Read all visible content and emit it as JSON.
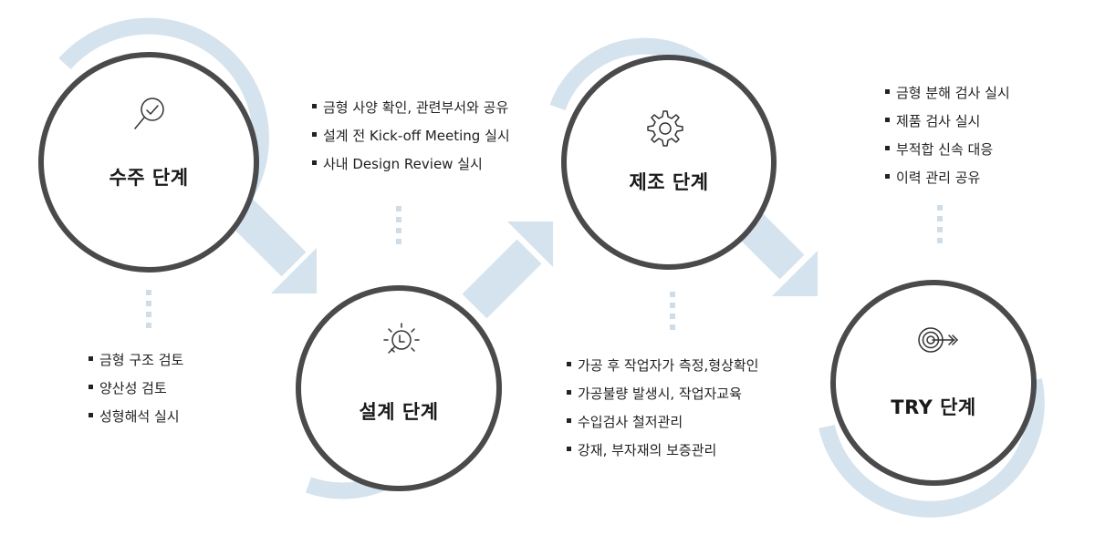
{
  "colors": {
    "accent": "#d4e3ee",
    "ring": "#4a4a4c",
    "text": "#222222"
  },
  "stages": [
    {
      "title": "수주 단계",
      "icon": "search-check-icon",
      "items": [
        "금형 구조 검토",
        "양산성 검토",
        "성형해석 실시"
      ]
    },
    {
      "title": "설계 단계",
      "icon": "lightbulb-icon",
      "items": [
        "금형 사양 확인, 관련부서와 공유",
        "설계 전 Kick-off Meeting 실시",
        "사내 Design Review 실시"
      ]
    },
    {
      "title": "제조 단계",
      "icon": "gear-icon",
      "items": [
        "가공 후 작업자가 측정,형상확인",
        "가공불량 발생시, 작업자교육",
        "수입검사 철저관리",
        "강재, 부자재의 보증관리"
      ]
    },
    {
      "title": "TRY 단계",
      "icon": "target-icon",
      "items": [
        "금형 분해 검사 실시",
        "제품 검사 실시",
        "부적합 신속 대응",
        "이력 관리 공유"
      ]
    }
  ]
}
